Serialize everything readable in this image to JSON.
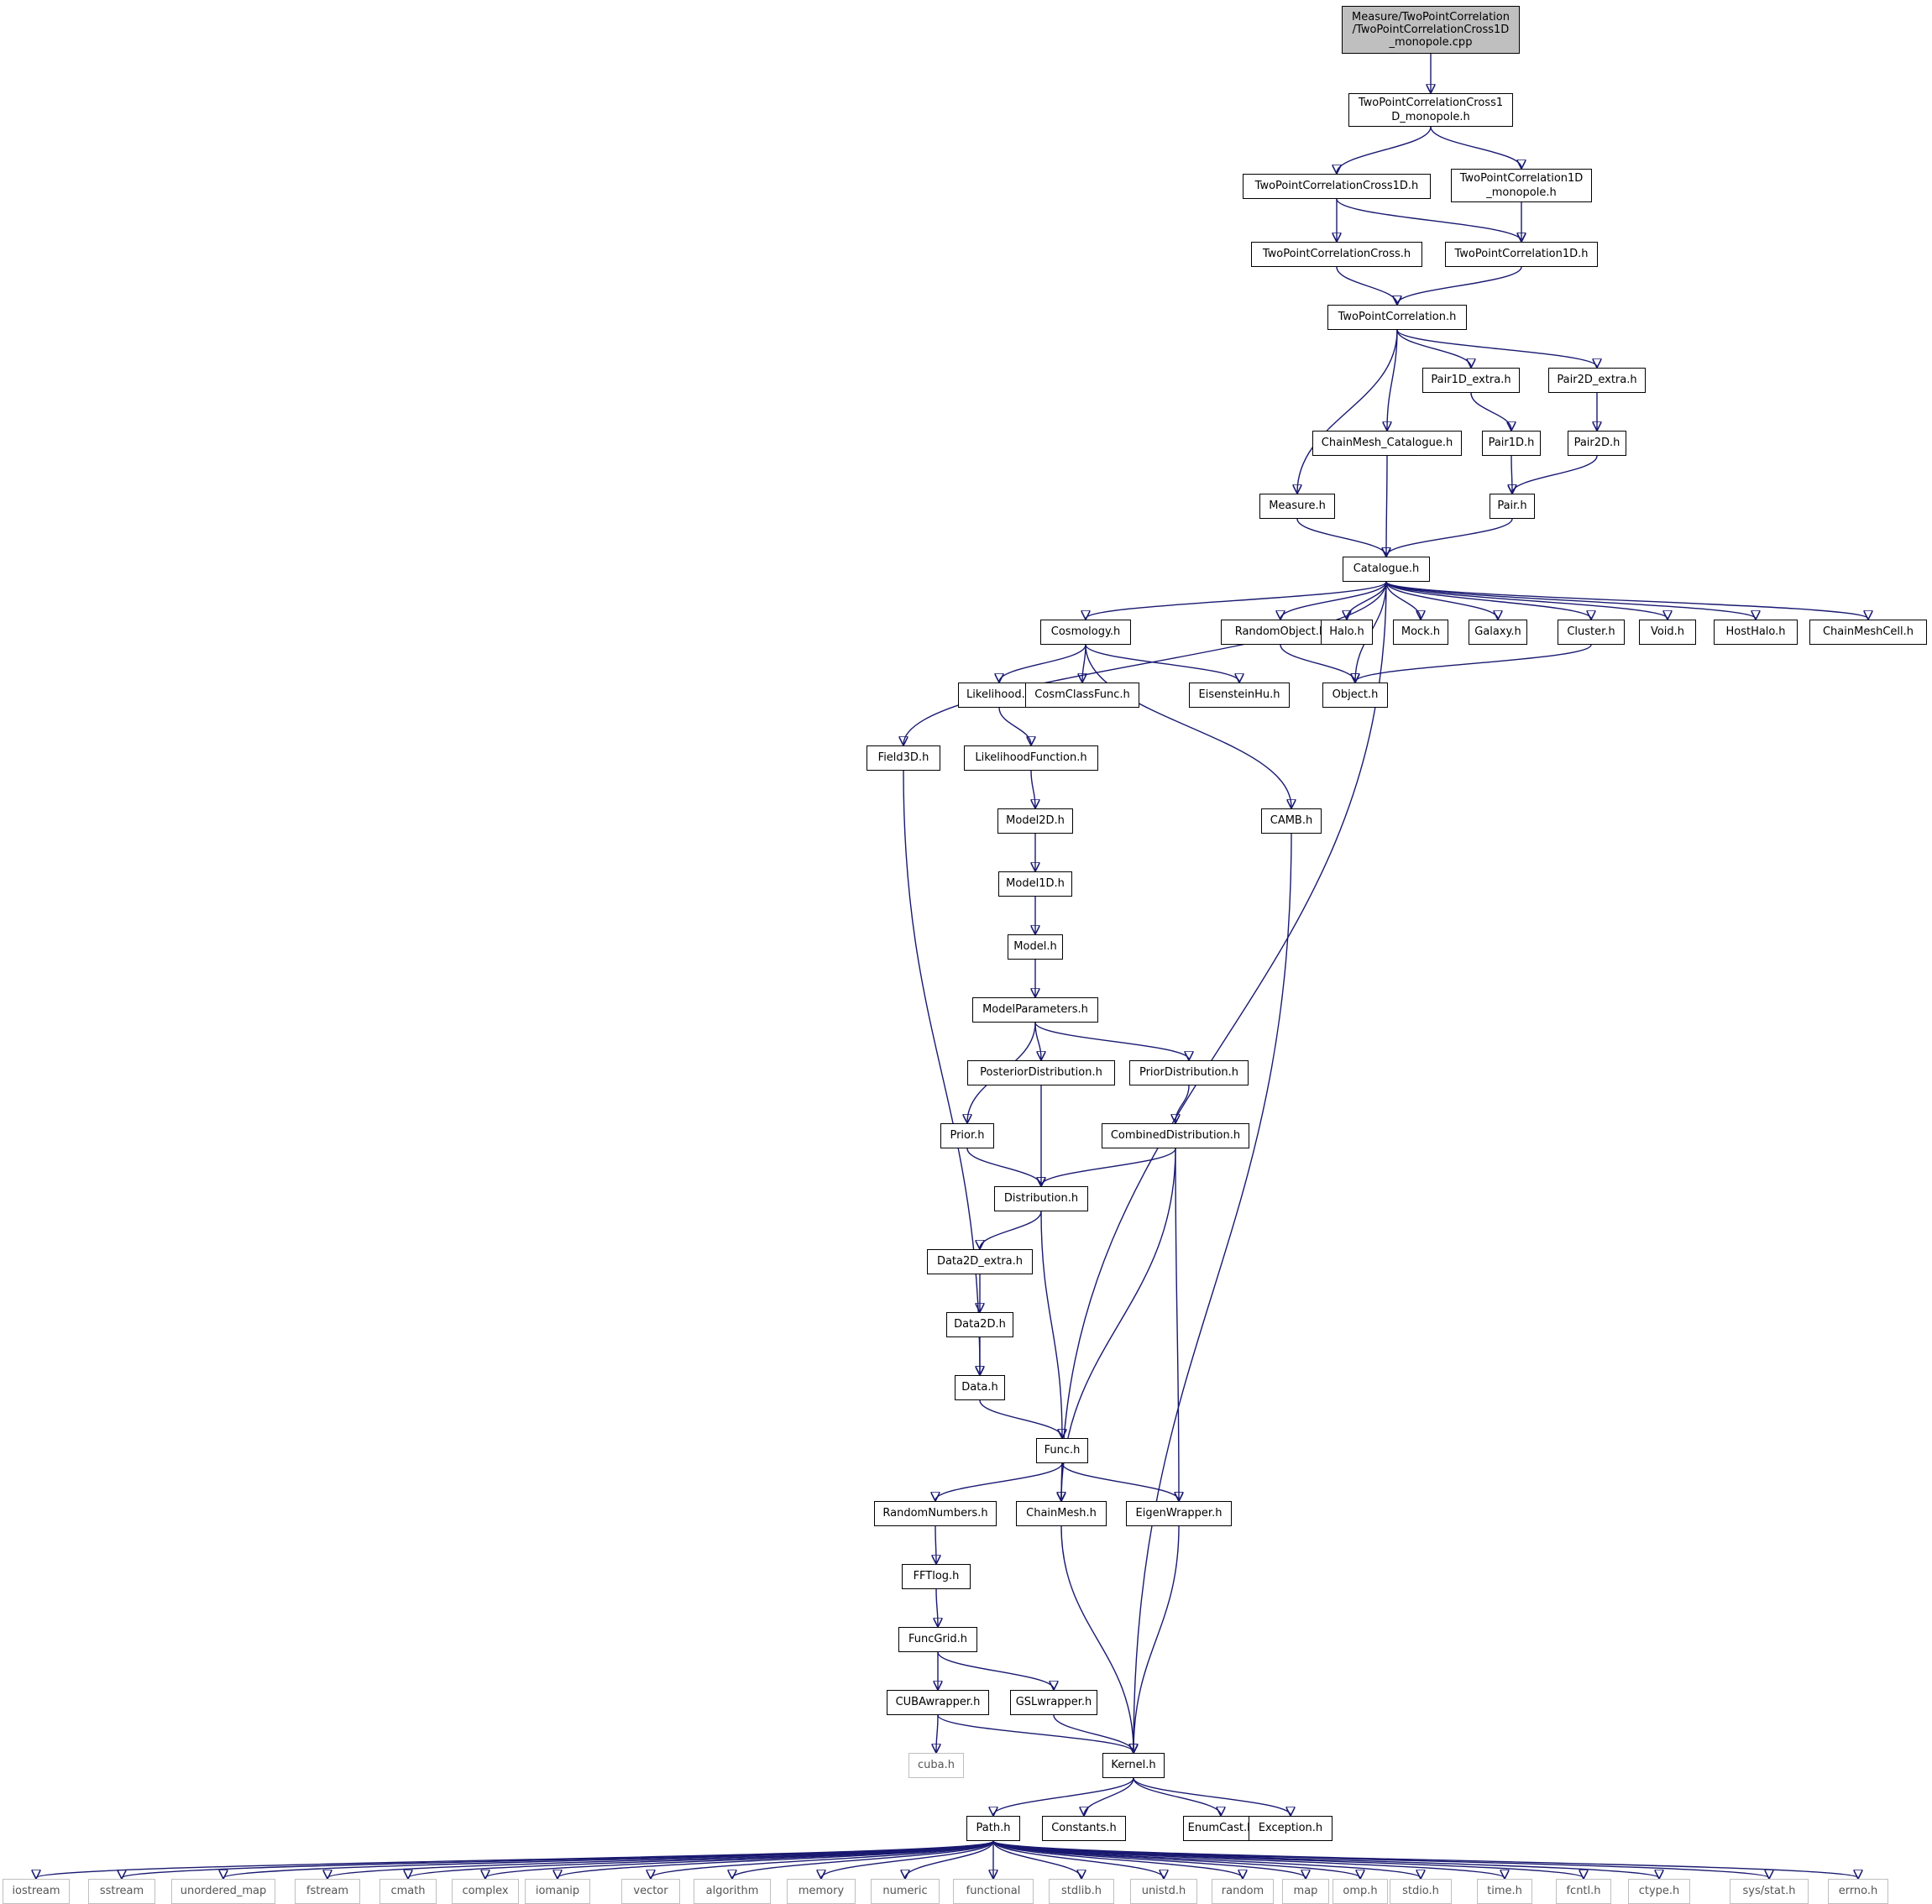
{
  "colors": {
    "edge": "#191970",
    "root_fill": "#bfbfbf",
    "external_border": "#bfbfbf"
  },
  "nodes": {
    "root": "Measure/TwoPointCorrelation\n/TwoPointCorrelationCross1D\n_monopole.cpp",
    "tpcc1d_mono": "TwoPointCorrelationCross1\nD_monopole.h",
    "tpcc1d": "TwoPointCorrelationCross1D.h",
    "tpc1d_mono": "TwoPointCorrelation1D\n_monopole.h",
    "tpcc": "TwoPointCorrelationCross.h",
    "tpc1d": "TwoPointCorrelation1D.h",
    "tpc": "TwoPointCorrelation.h",
    "pair1d_extra": "Pair1D_extra.h",
    "pair2d_extra": "Pair2D_extra.h",
    "chainmesh_cat": "ChainMesh_Catalogue.h",
    "pair1d": "Pair1D.h",
    "pair2d": "Pair2D.h",
    "measure": "Measure.h",
    "pair": "Pair.h",
    "catalogue": "Catalogue.h",
    "cosmology": "Cosmology.h",
    "randomobject": "RandomObject.h",
    "halo": "Halo.h",
    "mock": "Mock.h",
    "galaxy": "Galaxy.h",
    "cluster": "Cluster.h",
    "void": "Void.h",
    "hosthalo": "HostHalo.h",
    "chainmeshcell": "ChainMeshCell.h",
    "likelihood": "Likelihood.h",
    "cosmclassfunc": "CosmClassFunc.h",
    "eisensteinhu": "EisensteinHu.h",
    "object": "Object.h",
    "field3d": "Field3D.h",
    "likelihoodfunction": "LikelihoodFunction.h",
    "model2d": "Model2D.h",
    "camb": "CAMB.h",
    "model1d": "Model1D.h",
    "model": "Model.h",
    "modelparameters": "ModelParameters.h",
    "posterior": "PosteriorDistribution.h",
    "prior_dist": "PriorDistribution.h",
    "prior": "Prior.h",
    "combined": "CombinedDistribution.h",
    "distribution": "Distribution.h",
    "data2d_extra": "Data2D_extra.h",
    "data2d": "Data2D.h",
    "data": "Data.h",
    "func": "Func.h",
    "randomnumbers": "RandomNumbers.h",
    "chainmesh": "ChainMesh.h",
    "eigenwrapper": "EigenWrapper.h",
    "fftlog": "FFTlog.h",
    "funcgrid": "FuncGrid.h",
    "cubawrapper": "CUBAwrapper.h",
    "gslwrapper": "GSLwrapper.h",
    "cuba": "cuba.h",
    "kernel": "Kernel.h",
    "path": "Path.h",
    "constants": "Constants.h",
    "enumcast": "EnumCast.h",
    "exception": "Exception.h",
    "iostream": "iostream",
    "sstream": "sstream",
    "unordered_map": "unordered_map",
    "fstream": "fstream",
    "cmath": "cmath",
    "complex": "complex",
    "iomanip": "iomanip",
    "vector": "vector",
    "algorithm": "algorithm",
    "memory": "memory",
    "numeric": "numeric",
    "functional": "functional",
    "stdlib": "stdlib.h",
    "unistd": "unistd.h",
    "random": "random",
    "map": "map",
    "omp": "omp.h",
    "stdio": "stdio.h",
    "time": "time.h",
    "fcntl": "fcntl.h",
    "ctype": "ctype.h",
    "sysstat": "sys/stat.h",
    "errno": "errno.h"
  },
  "external": [
    "cuba",
    "iostream",
    "sstream",
    "unordered_map",
    "fstream",
    "cmath",
    "complex",
    "iomanip",
    "vector",
    "algorithm",
    "memory",
    "numeric",
    "functional",
    "stdlib",
    "unistd",
    "random",
    "map",
    "omp",
    "stdio",
    "time",
    "fcntl",
    "ctype",
    "sysstat",
    "errno"
  ],
  "edges": [
    [
      "root",
      "tpcc1d_mono"
    ],
    [
      "tpcc1d_mono",
      "tpcc1d"
    ],
    [
      "tpcc1d_mono",
      "tpc1d_mono"
    ],
    [
      "tpcc1d",
      "tpcc"
    ],
    [
      "tpcc1d",
      "tpc1d"
    ],
    [
      "tpc1d_mono",
      "tpc1d"
    ],
    [
      "tpcc",
      "tpc"
    ],
    [
      "tpc1d",
      "tpc"
    ],
    [
      "tpc",
      "pair1d_extra"
    ],
    [
      "tpc",
      "pair2d_extra"
    ],
    [
      "tpc",
      "chainmesh_cat"
    ],
    [
      "tpc",
      "measure"
    ],
    [
      "pair1d_extra",
      "pair1d"
    ],
    [
      "pair2d_extra",
      "pair2d"
    ],
    [
      "pair1d",
      "pair"
    ],
    [
      "pair2d",
      "pair"
    ],
    [
      "measure",
      "catalogue"
    ],
    [
      "chainmesh_cat",
      "catalogue"
    ],
    [
      "pair",
      "catalogue"
    ],
    [
      "catalogue",
      "cosmology"
    ],
    [
      "catalogue",
      "randomobject"
    ],
    [
      "catalogue",
      "halo"
    ],
    [
      "catalogue",
      "mock"
    ],
    [
      "catalogue",
      "galaxy"
    ],
    [
      "catalogue",
      "cluster"
    ],
    [
      "catalogue",
      "void"
    ],
    [
      "catalogue",
      "hosthalo"
    ],
    [
      "catalogue",
      "chainmeshcell"
    ],
    [
      "catalogue",
      "object"
    ],
    [
      "catalogue",
      "field3d"
    ],
    [
      "catalogue",
      "chainmesh"
    ],
    [
      "randomobject",
      "object"
    ],
    [
      "cluster",
      "object"
    ],
    [
      "cosmology",
      "likelihood"
    ],
    [
      "cosmology",
      "cosmclassfunc"
    ],
    [
      "cosmology",
      "eisensteinhu"
    ],
    [
      "cosmology",
      "camb"
    ],
    [
      "likelihood",
      "likelihoodfunction"
    ],
    [
      "likelihoodfunction",
      "model2d"
    ],
    [
      "model2d",
      "model1d"
    ],
    [
      "model1d",
      "model"
    ],
    [
      "model",
      "modelparameters"
    ],
    [
      "modelparameters",
      "posterior"
    ],
    [
      "modelparameters",
      "prior_dist"
    ],
    [
      "modelparameters",
      "prior"
    ],
    [
      "prior_dist",
      "combined"
    ],
    [
      "prior",
      "distribution"
    ],
    [
      "posterior",
      "distribution"
    ],
    [
      "combined",
      "distribution"
    ],
    [
      "combined",
      "chainmesh"
    ],
    [
      "combined",
      "eigenwrapper"
    ],
    [
      "distribution",
      "data2d_extra"
    ],
    [
      "distribution",
      "func"
    ],
    [
      "data2d_extra",
      "data2d"
    ],
    [
      "data2d",
      "data"
    ],
    [
      "field3d",
      "data"
    ],
    [
      "data",
      "func"
    ],
    [
      "func",
      "randomnumbers"
    ],
    [
      "func",
      "chainmesh"
    ],
    [
      "func",
      "eigenwrapper"
    ],
    [
      "randomnumbers",
      "fftlog"
    ],
    [
      "fftlog",
      "funcgrid"
    ],
    [
      "funcgrid",
      "cubawrapper"
    ],
    [
      "funcgrid",
      "gslwrapper"
    ],
    [
      "cubawrapper",
      "cuba"
    ],
    [
      "cubawrapper",
      "kernel"
    ],
    [
      "gslwrapper",
      "kernel"
    ],
    [
      "chainmesh",
      "kernel"
    ],
    [
      "eigenwrapper",
      "kernel"
    ],
    [
      "camb",
      "kernel"
    ],
    [
      "kernel",
      "path"
    ],
    [
      "kernel",
      "constants"
    ],
    [
      "kernel",
      "enumcast"
    ],
    [
      "kernel",
      "exception"
    ],
    [
      "path",
      "iostream"
    ],
    [
      "path",
      "sstream"
    ],
    [
      "path",
      "unordered_map"
    ],
    [
      "path",
      "fstream"
    ],
    [
      "path",
      "cmath"
    ],
    [
      "path",
      "complex"
    ],
    [
      "path",
      "iomanip"
    ],
    [
      "path",
      "vector"
    ],
    [
      "path",
      "algorithm"
    ],
    [
      "path",
      "memory"
    ],
    [
      "path",
      "numeric"
    ],
    [
      "path",
      "functional"
    ],
    [
      "path",
      "stdlib"
    ],
    [
      "path",
      "unistd"
    ],
    [
      "path",
      "random"
    ],
    [
      "path",
      "map"
    ],
    [
      "path",
      "omp"
    ],
    [
      "path",
      "stdio"
    ],
    [
      "path",
      "time"
    ],
    [
      "path",
      "fcntl"
    ],
    [
      "path",
      "ctype"
    ],
    [
      "path",
      "sysstat"
    ],
    [
      "path",
      "errno"
    ]
  ]
}
